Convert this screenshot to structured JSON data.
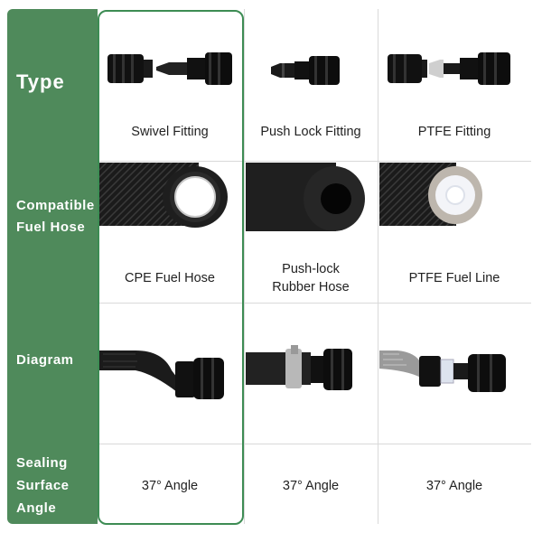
{
  "rows": {
    "type": "Type",
    "compatible_hose": "Compatible\nFuel Hose",
    "diagram": "Diagram",
    "sealing": "Sealing\nSurface\nAngle"
  },
  "columns": [
    {
      "type": "Swivel Fitting",
      "hose": "CPE Fuel Hose",
      "angle": "37° Angle"
    },
    {
      "type": "Push Lock Fitting",
      "hose_line1": "Push-lock",
      "hose_line2": "Rubber Hose",
      "angle": "37° Angle"
    },
    {
      "type": "PTFE Fitting",
      "hose": "PTFE Fuel Line",
      "angle": "37° Angle"
    }
  ],
  "colors": {
    "sidebar": "#4f8a5b",
    "highlight_border": "#3d8c54",
    "fitting_black": "#111111"
  }
}
